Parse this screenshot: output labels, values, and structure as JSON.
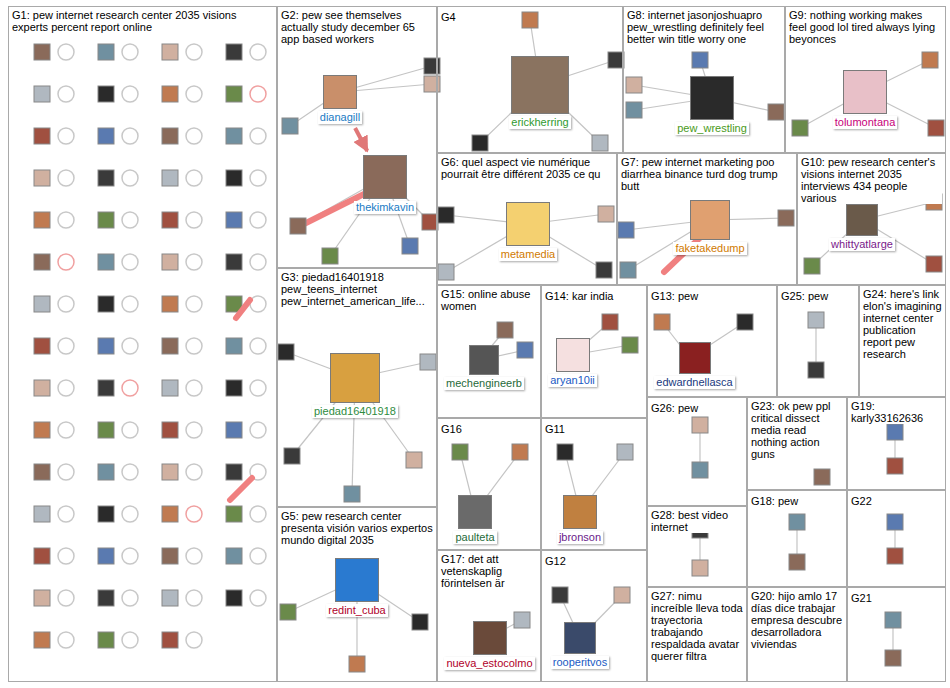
{
  "diagram": {
    "nodes": [
      {
        "text": [
          "G1: pew internet research center 2035 visions experts percent report online"
        ]
      },
      {
        "text": [
          "G2: pew see themselves actually study december 65 app based workers"
        ]
      },
      {
        "text": [
          "G4"
        ]
      },
      {
        "text": [
          "G8: internet jasonjoshuapro pew_wrestling definitely feel better win title worry one"
        ]
      },
      {
        "text": [
          "G9: nothing working makes feel good lol tired always lying beyonces"
        ]
      },
      {
        "text": [
          "G6: quel aspect vie numérique pourrait être différent 2035 ce qu"
        ]
      },
      {
        "text": [
          "G7: pew internet marketing poo diarrhea binance turd dog trump butt"
        ]
      },
      {
        "text": [
          "G10: pew research center's visions internet 2035 interviews 434 people various"
        ]
      },
      {
        "text": [
          "G3: piedad16401918 pew_teens_internet pew_internet_american_life..."
        ]
      },
      {
        "text": [
          "G15: online abuse women"
        ]
      },
      {
        "text": [
          "G14: kar india"
        ]
      },
      {
        "text": [
          "G13: pew"
        ]
      },
      {
        "text": [
          "G25: pew"
        ]
      },
      {
        "text": [
          "G24: here's link elon's imagining internet center publication report pew research"
        ]
      },
      {
        "text": [
          "G26: pew"
        ]
      },
      {
        "text": [
          "G23: ok pew ppl critical dissect media read nothing action guns"
        ]
      },
      {
        "text": [
          "G19: karly33162636"
        ]
      },
      {
        "text": [
          "G16"
        ]
      },
      {
        "text": [
          "G11"
        ]
      },
      {
        "text": [
          "G28: best video internet"
        ]
      },
      {
        "text": [
          "G18: pew"
        ]
      },
      {
        "text": [
          "G22"
        ]
      },
      {
        "text": [
          "G5: pew research center presenta visión varios expertos mundo digital 2035"
        ]
      },
      {
        "text": [
          "G17: det att vetenskaplig förintelsen är"
        ]
      },
      {
        "text": [
          "G12"
        ]
      },
      {
        "text": [
          "G27: nimu increíble lleva toda trayectoria trabajando respaldada avatar querer filtra"
        ]
      },
      {
        "text": [
          "G20: hijo amlo 17 días dice trabajar empresa descubre desarrolladora viviendas"
        ]
      },
      {
        "text": [
          "G21"
        ]
      },
      {
        "text": [
          "dianagill"
        ],
        "in": 1
      },
      {
        "text": [
          "thekimkavin"
        ],
        "in": 1
      },
      {
        "text": [
          "erickherring"
        ],
        "in": 2
      },
      {
        "text": [
          "pew_wrestling"
        ],
        "in": 3
      },
      {
        "text": [
          "tolumontana"
        ],
        "in": 4
      },
      {
        "text": [
          "metamedia"
        ],
        "in": 5
      },
      {
        "text": [
          "faketakedump"
        ],
        "in": 6
      },
      {
        "text": [
          "whittyatlarge"
        ],
        "in": 7
      },
      {
        "text": [
          "piedad16401918"
        ],
        "in": 8
      },
      {
        "text": [
          "mechengineerb"
        ],
        "in": 9
      },
      {
        "text": [
          "aryan10ii"
        ],
        "in": 10
      },
      {
        "text": [
          "edwardnellasca"
        ],
        "in": 11
      },
      {
        "text": [
          "redint_cuba"
        ],
        "in": 22
      },
      {
        "text": [
          "paulteta"
        ],
        "in": 17
      },
      {
        "text": [
          "jbronson"
        ],
        "in": 18
      },
      {
        "text": [
          "nueva_estocolmo"
        ],
        "in": 23
      },
      {
        "text": [
          "rooperitvos"
        ],
        "in": 24
      }
    ],
    "edges": [
      {
        "from": 28,
        "to": 29,
        "arrow": "to"
      }
    ]
  }
}
